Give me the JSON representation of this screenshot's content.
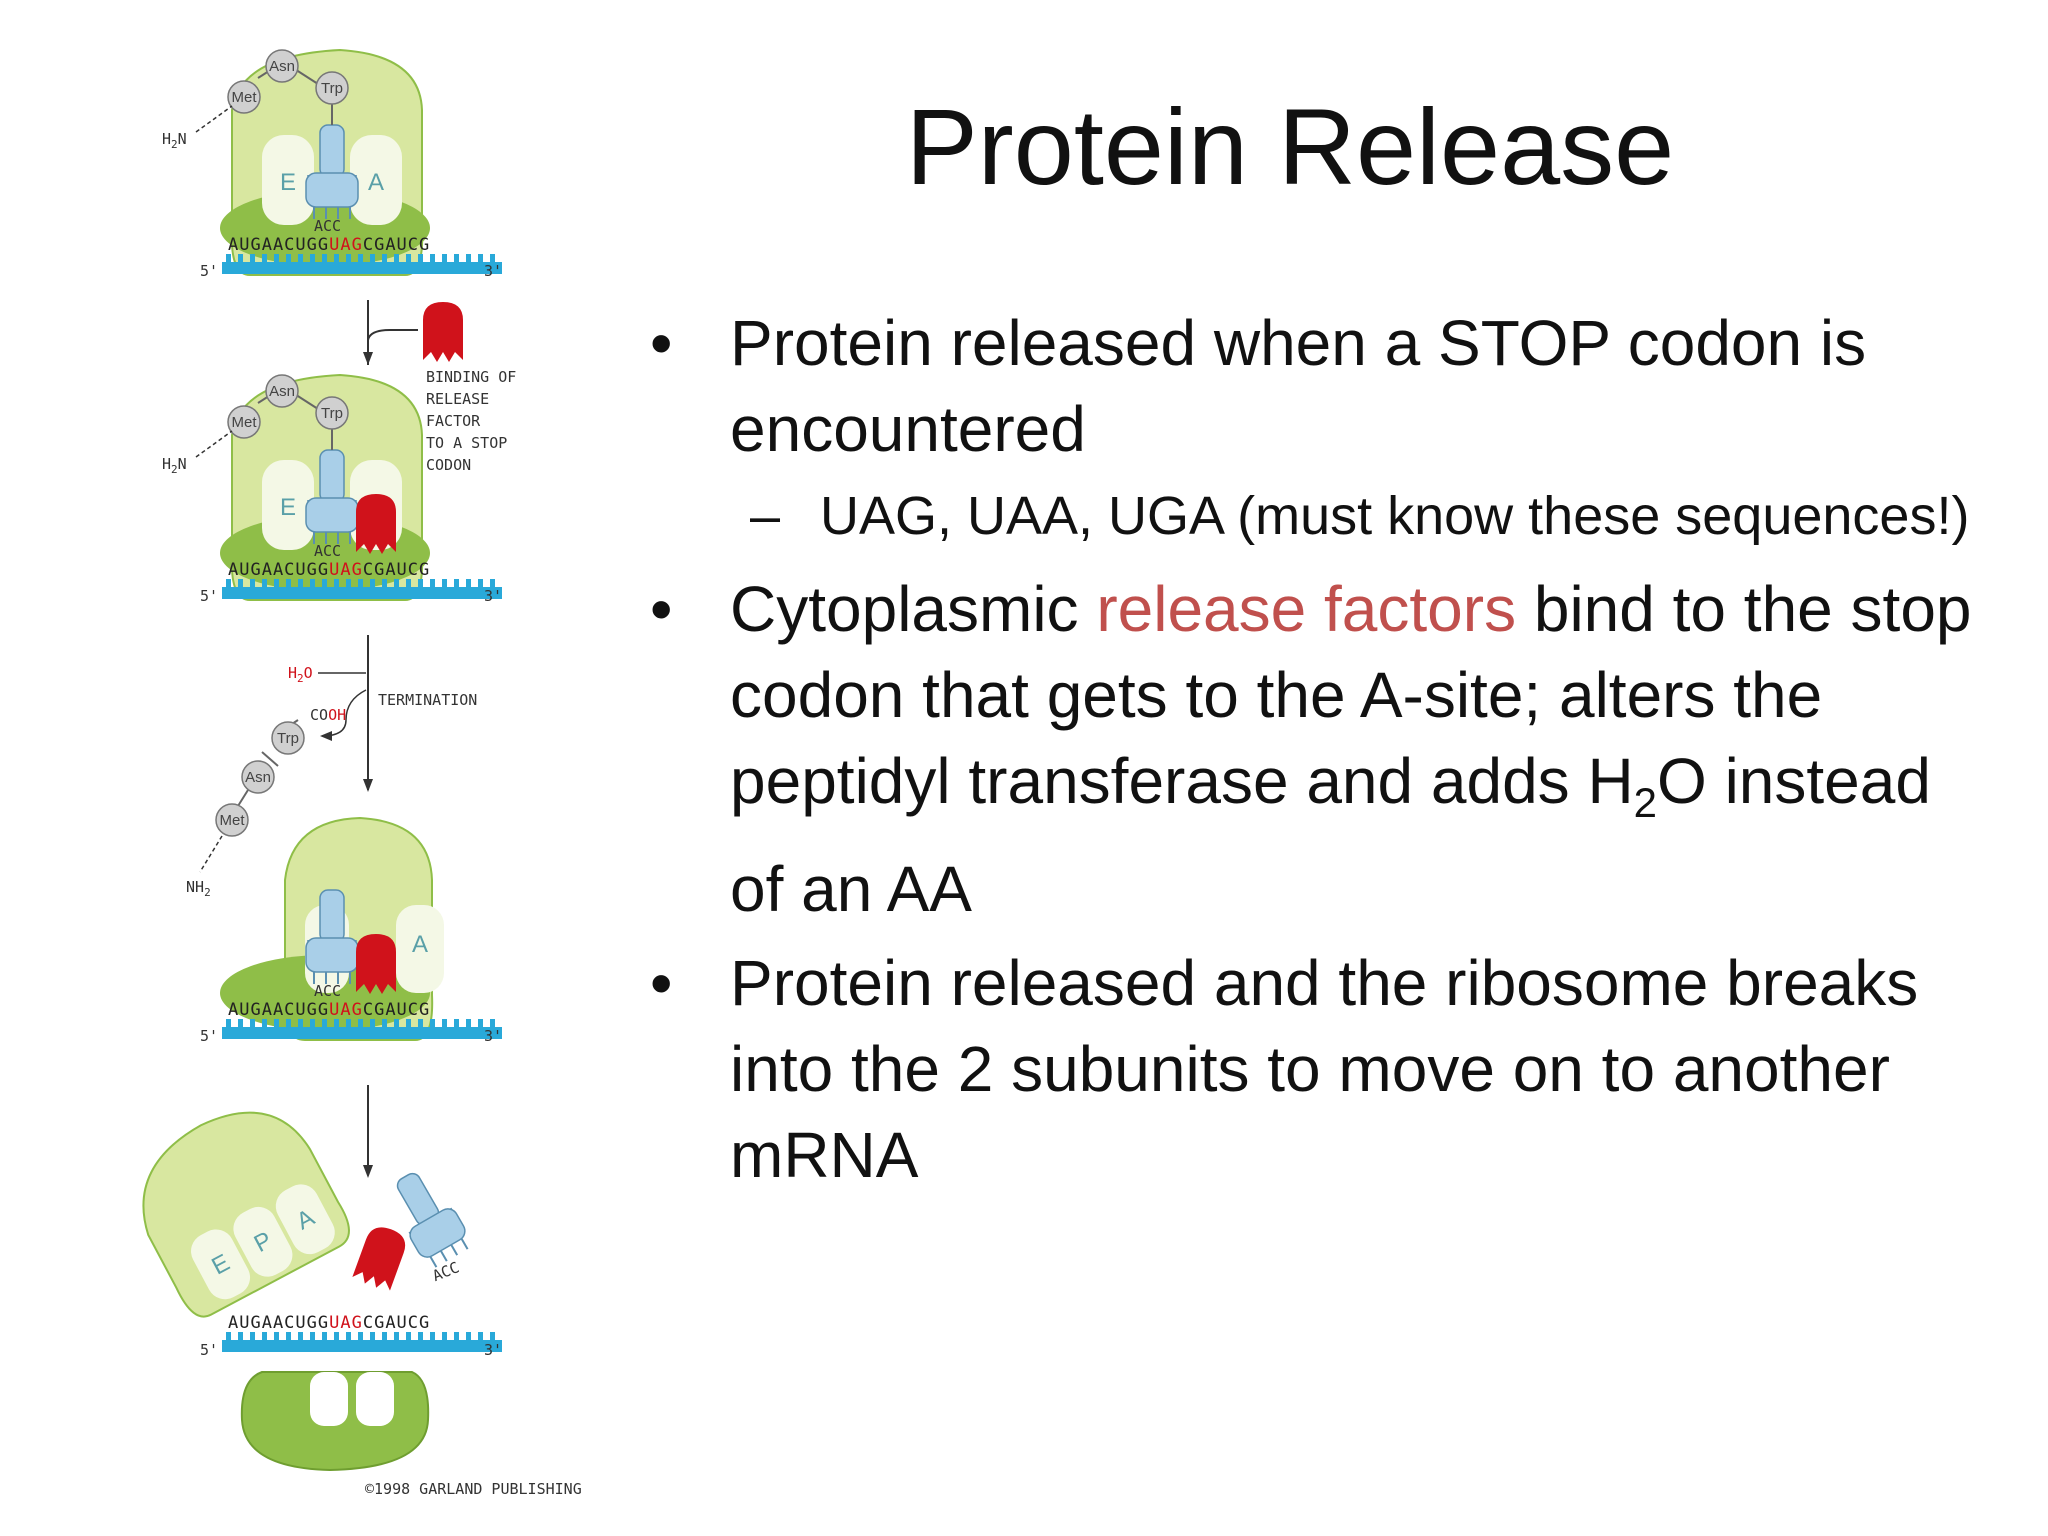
{
  "slide": {
    "title": "Protein Release",
    "bullets": [
      {
        "text": "Protein released when a STOP codon is encountered",
        "sub": "UAG, UAA, UGA (must know these sequences!)"
      },
      {
        "pre": "Cytoplasmic ",
        "highlight": "release factors",
        "post": " bind to the stop codon that gets to the A-site; alters the peptidyl transferase and adds H",
        "sub_script": "2",
        "post2": "O instead of an AA"
      },
      {
        "text": "Protein released and the ribosome breaks into the 2 subunits to move on to another mRNA"
      }
    ],
    "bullet_char": "•",
    "dash_char": "–",
    "highlight_color": "#c0504d"
  },
  "diagram": {
    "amino_acids": [
      "Met",
      "Asn",
      "Trp"
    ],
    "amine": "H",
    "amine_sub": "2",
    "amine_tail": "N",
    "nh2_text": "NH",
    "nh2_sub": "2",
    "sites": {
      "e": "E",
      "p": "P",
      "a": "A"
    },
    "anticodon": "ACC",
    "mrna_prefix": "AUGAACUGG",
    "stop_codon": "UAG",
    "mrna_suffix": "CGAUCG",
    "five_prime": "5'",
    "three_prime": "3'",
    "step1_label": [
      "BINDING OF",
      "RELEASE",
      "FACTOR",
      "TO A STOP",
      "CODON"
    ],
    "step2_label": "TERMINATION",
    "water": "H",
    "water_sub": "2",
    "water_tail": "O",
    "cooh": "COOH",
    "credit": "©1998 GARLAND PUBLISHING",
    "colors": {
      "ribosome_large": "#d8e7a0",
      "ribosome_small": "#8fbe48",
      "mrna": "#29a9d9",
      "trna": "#a9cfe8",
      "release_factor": "#d0121b",
      "stop": "#d0121b"
    }
  }
}
